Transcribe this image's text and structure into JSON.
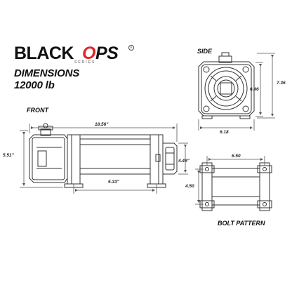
{
  "logo": {
    "word1": "BLACK",
    "word2": "OPS",
    "series": "SERIES",
    "accent_color": "#e0262d"
  },
  "heading": {
    "line1": "DIMENSIONS",
    "line2": "12000 lb"
  },
  "views": {
    "side": {
      "label": "SIDE",
      "height_overall": "7.36",
      "height_body": "6.46",
      "width": "6.18"
    },
    "front": {
      "label": "FRONT",
      "length": "18.56\"",
      "height": "5.51\"",
      "drum_height": "4.49\"",
      "offset": "5.33\""
    },
    "bolt_pattern": {
      "label": "BOLT PATTERN",
      "width": "6.50",
      "height": "4.50"
    }
  },
  "colors": {
    "line": "#333333",
    "dim_line": "#555555"
  }
}
